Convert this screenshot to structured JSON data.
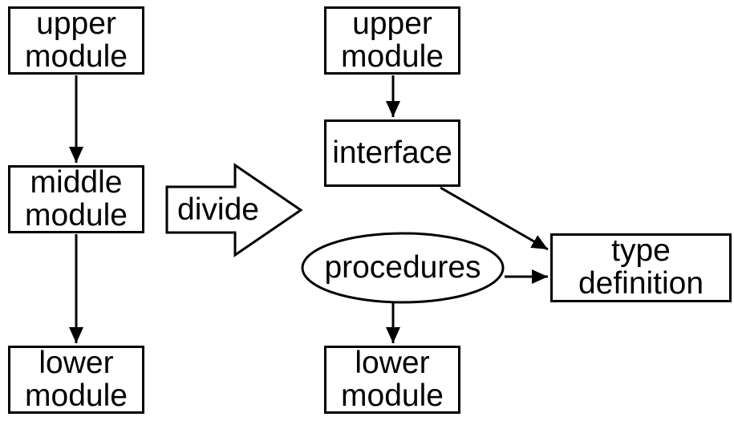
{
  "canvas": {
    "background": "#ffffff",
    "line_color": "#000000"
  },
  "left_column": {
    "upper_box_label": "upper module",
    "middle_box_label": "middle module",
    "lower_box_label": "lower module"
  },
  "transform": {
    "divide_arrow_label": "divide"
  },
  "right_column": {
    "upper_box_label": "upper module",
    "interface_box_label": "interface",
    "procedures_ellipse_label": "procedures",
    "type_definition_box_label": "type definition",
    "lower_box_label": "lower module"
  }
}
